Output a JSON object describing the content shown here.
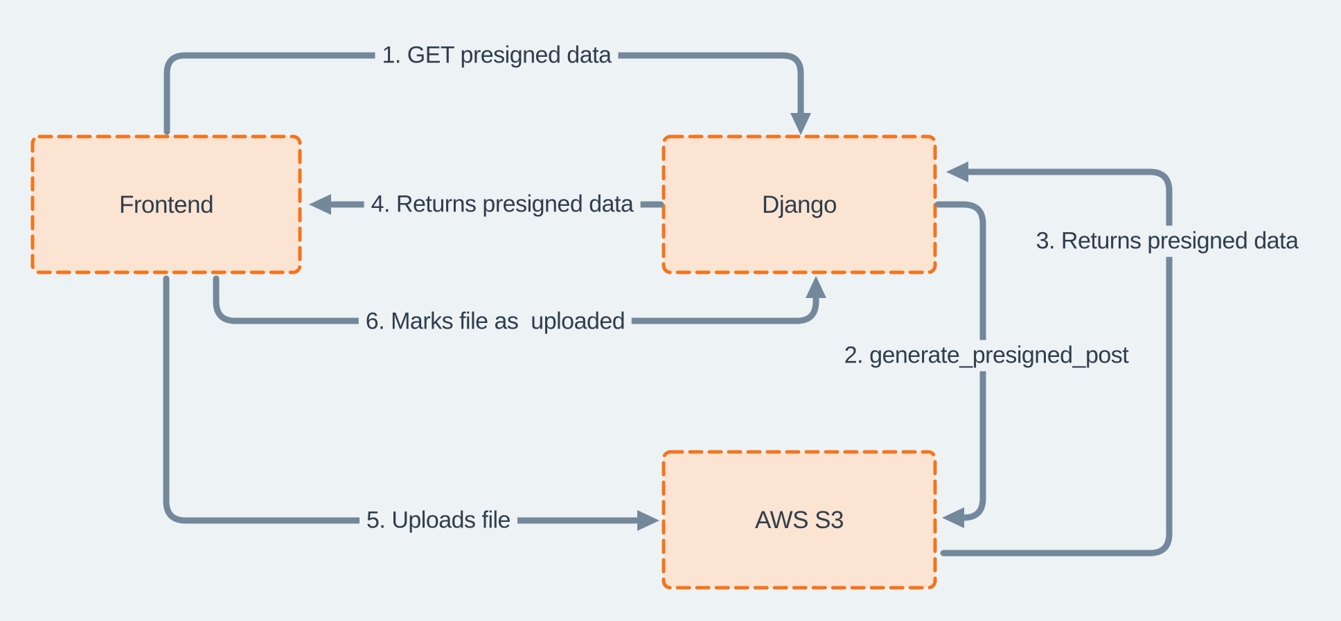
{
  "diagram": {
    "nodes": [
      {
        "id": "frontend",
        "label": "Frontend"
      },
      {
        "id": "django",
        "label": "Django"
      },
      {
        "id": "aws-s3",
        "label": "AWS S3"
      }
    ],
    "edges": [
      {
        "step": "1",
        "label": "1. GET presigned data",
        "from": "Frontend",
        "to": "Django"
      },
      {
        "step": "2",
        "label": "2. generate_presigned_post",
        "from": "Django",
        "to": "AWS S3"
      },
      {
        "step": "3",
        "label": "3. Returns presigned data",
        "from": "AWS S3",
        "to": "Django"
      },
      {
        "step": "4",
        "label": "4. Returns presigned data",
        "from": "Django",
        "to": "Frontend"
      },
      {
        "step": "5",
        "label": "5. Uploads file",
        "from": "Frontend",
        "to": "AWS S3"
      },
      {
        "step": "6",
        "label": "6. Marks file as  uploaded",
        "from": "Frontend",
        "to": "Django"
      }
    ]
  },
  "colors": {
    "background": "#edf2f5",
    "node_fill": "#fce4d3",
    "node_border": "#f4741c",
    "arrow": "#73889a",
    "text": "#2f3e4c"
  }
}
